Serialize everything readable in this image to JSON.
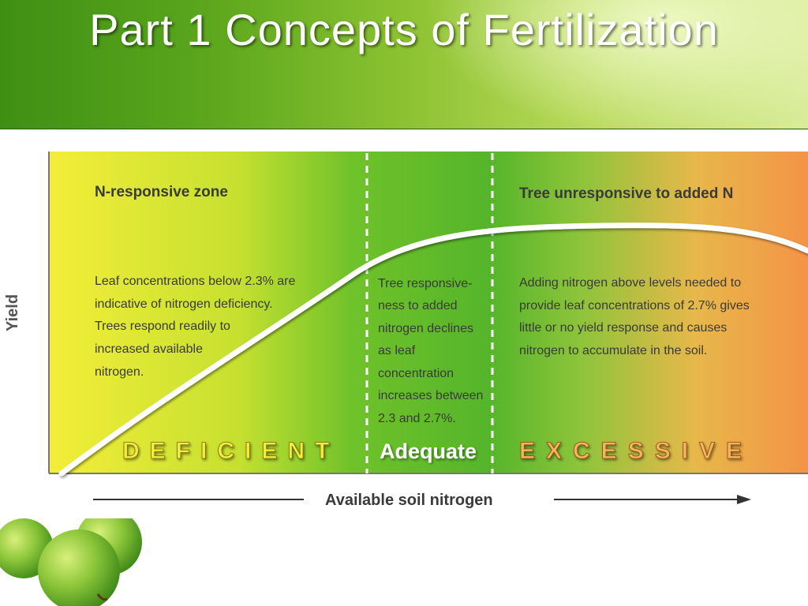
{
  "slide": {
    "title": "Part 1 Concepts of Fertilization"
  },
  "diagram": {
    "y_axis_label": "Yield",
    "x_axis_label": "Available soil nitrogen",
    "zones": {
      "left": {
        "heading": "N-responsive zone",
        "text_lines": [
          "Leaf concentrations below 2.3% are",
          "indicative of nitrogen deficiency.",
          "Trees respond readily to",
          "increased available",
          "nitrogen."
        ],
        "band_label": "DEFICIENT"
      },
      "middle": {
        "text_lines": [
          "Tree responsive-",
          "ness to added",
          "nitrogen declines",
          "as leaf",
          "concentration",
          "increases between",
          "2.3 and 2.7%."
        ],
        "band_label": "Adequate"
      },
      "right": {
        "heading": "Tree unresponsive to added N",
        "text_lines": [
          "Adding nitrogen above levels needed to",
          "provide leaf concentrations of 2.7% gives",
          "little or no yield response and causes",
          "nitrogen to accumulate in the soil."
        ],
        "band_label": "EXCESSIVE"
      }
    },
    "colors": {
      "deficient": "#f1ea3c",
      "adequate": "#5cbb2d",
      "excessive": "#f49a4a",
      "curve": "#ffffff",
      "text": "#3a3a3a"
    }
  },
  "decoration": {
    "image": "green-apples-icon"
  }
}
